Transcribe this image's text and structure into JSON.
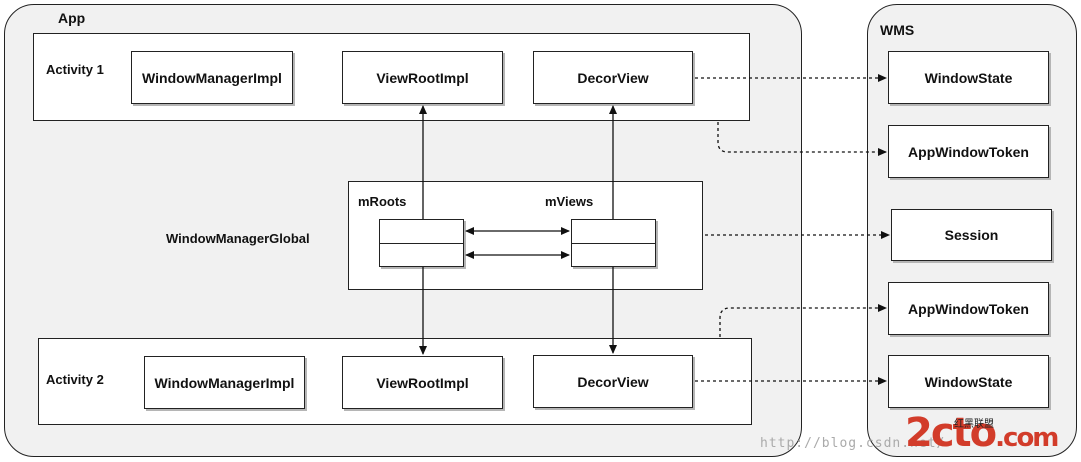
{
  "app": {
    "title": "App",
    "activity1": {
      "label": "Activity 1",
      "window_manager_impl": "WindowManagerImpl",
      "view_root_impl": "ViewRootImpl",
      "decor_view": "DecorView"
    },
    "global": {
      "label": "WindowManagerGlobal",
      "roots_label": "mRoots",
      "views_label": "mViews"
    },
    "activity2": {
      "label": "Activity 2",
      "window_manager_impl": "WindowManagerImpl",
      "view_root_impl": "ViewRootImpl",
      "decor_view": "DecorView"
    }
  },
  "wms": {
    "title": "WMS",
    "window_state_1": "WindowState",
    "app_window_token_1": "AppWindowToken",
    "session": "Session",
    "app_window_token_2": "AppWindowToken",
    "window_state_2": "WindowState"
  },
  "watermark": {
    "site": "http://blog.csdn.net/",
    "logo": "2cto",
    "logo_suffix": ".com",
    "tagline": "红黑联盟"
  }
}
